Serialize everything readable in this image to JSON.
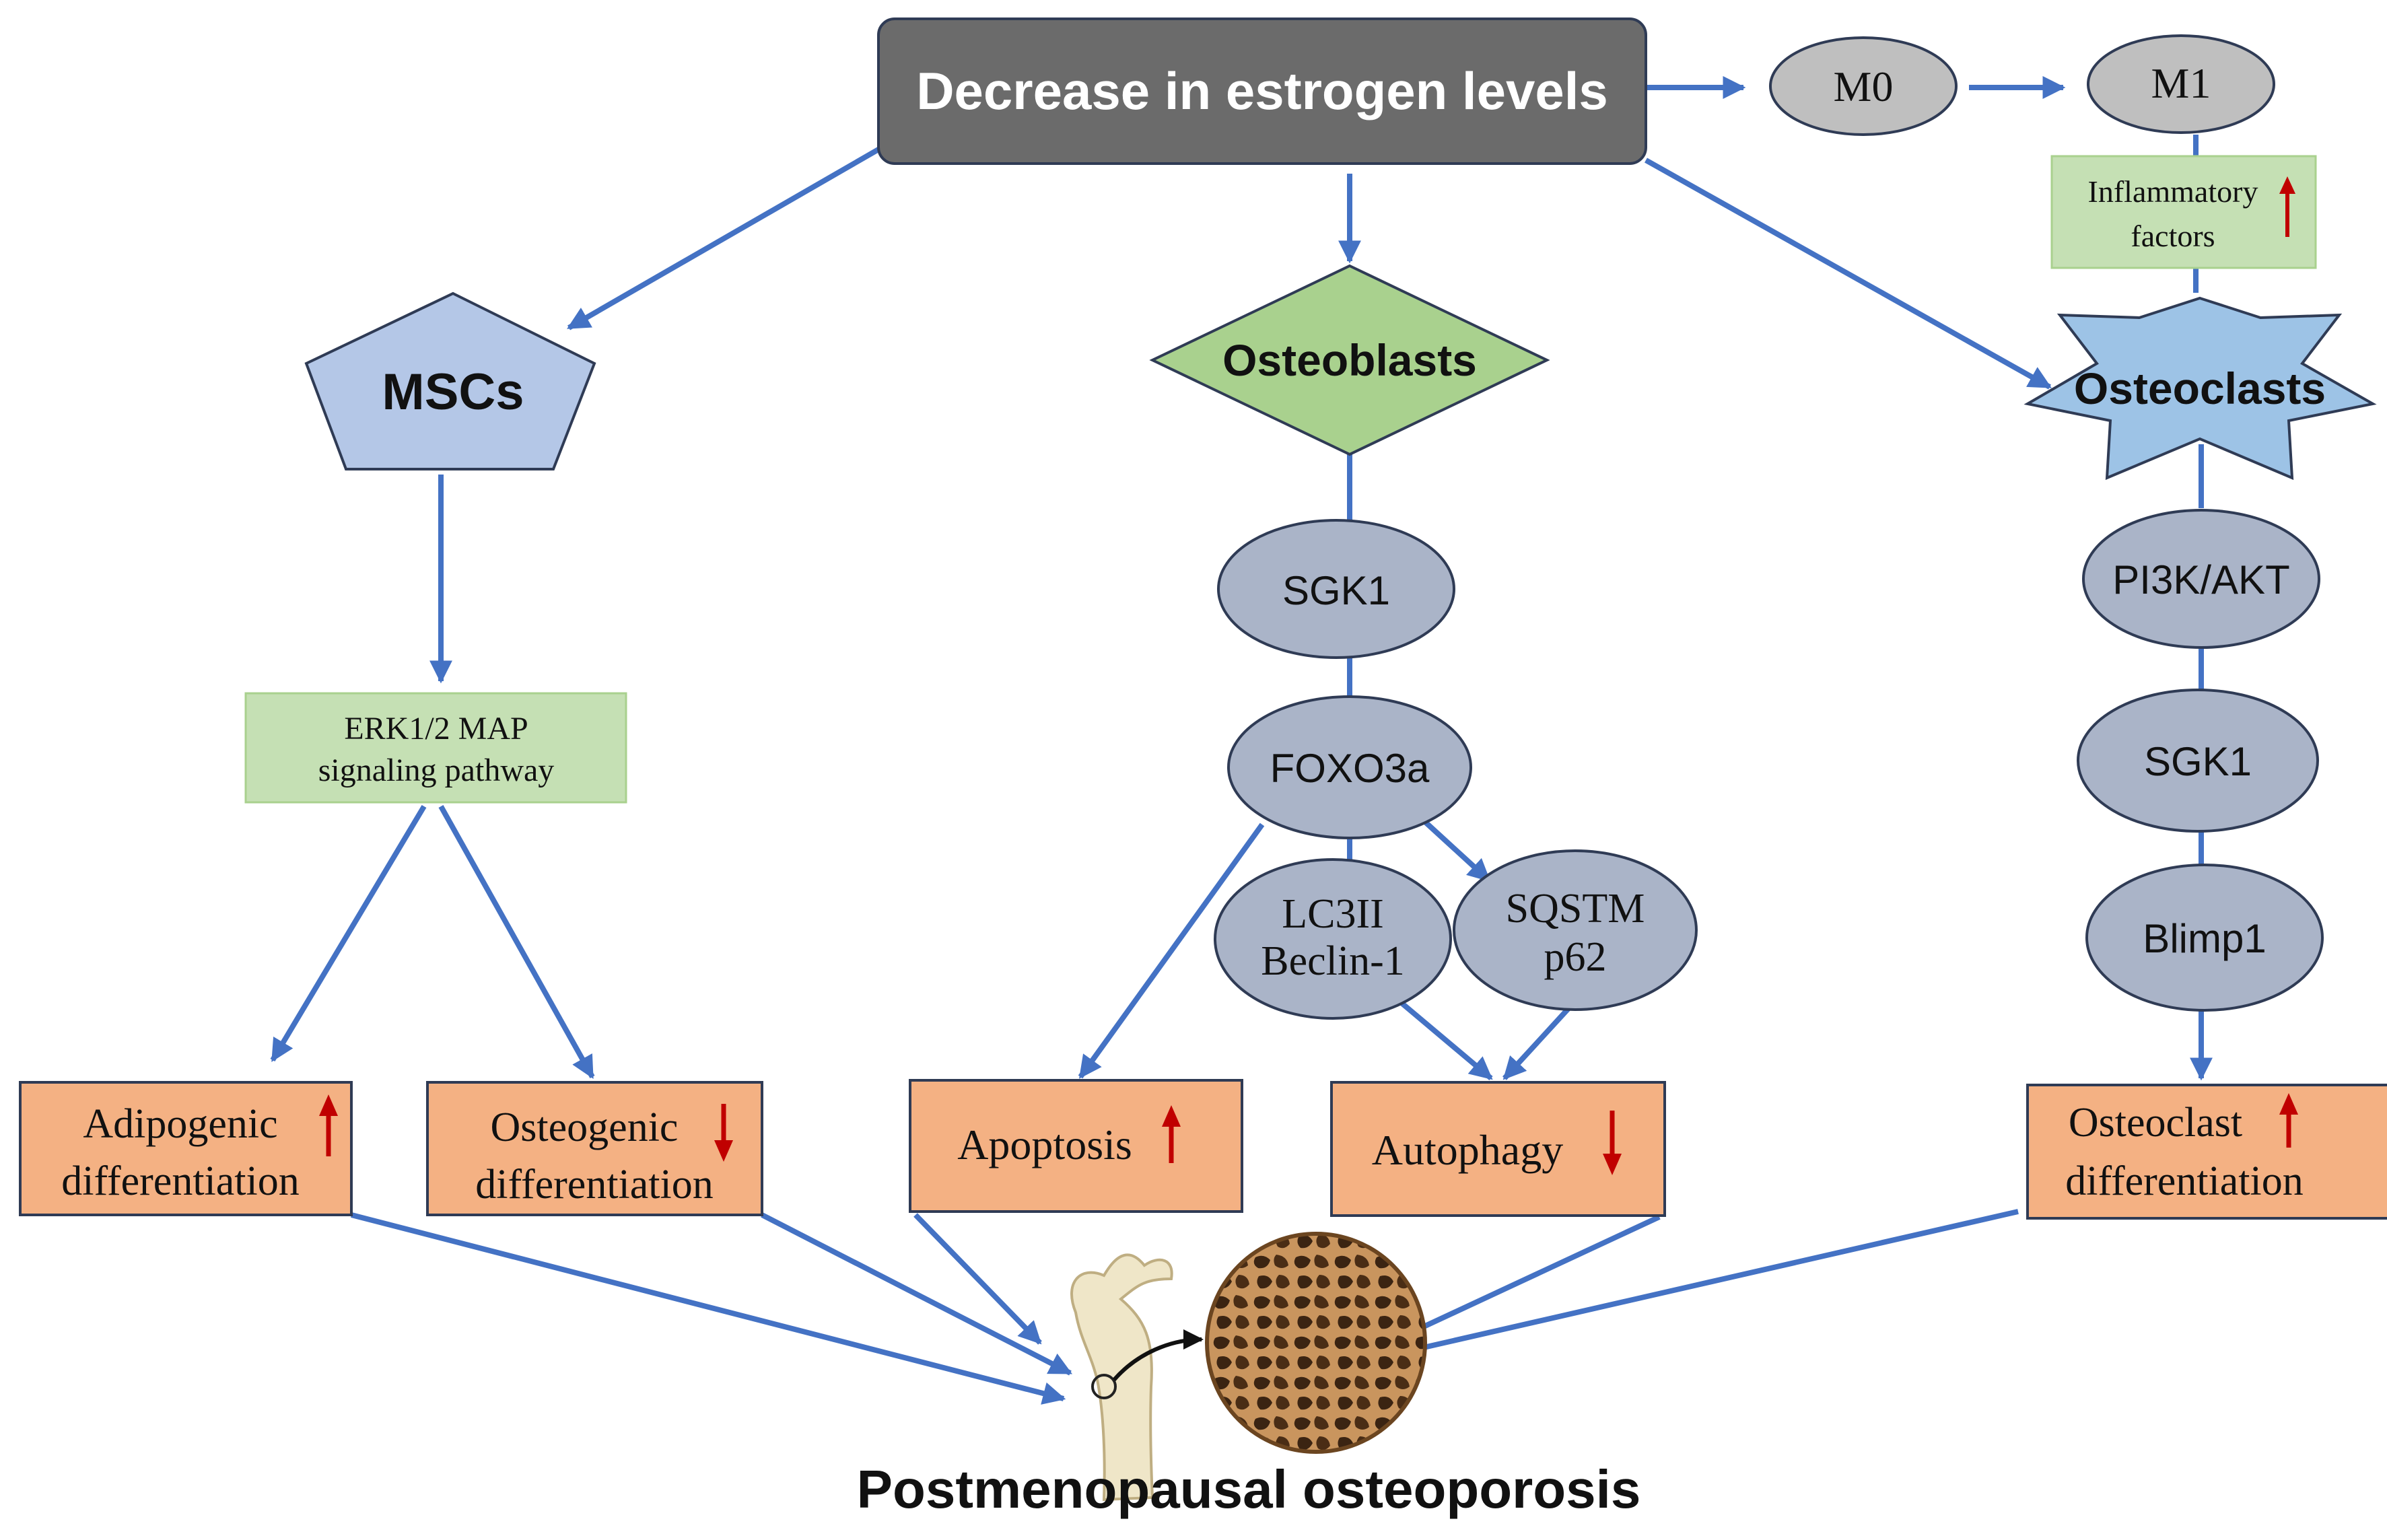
{
  "top": {
    "label": "Decrease in estrogen levels"
  },
  "macrophage": {
    "m0": "M0",
    "m1": "M1",
    "inflammatory_line1": "Inflammatory",
    "inflammatory_line2": "factors"
  },
  "mscs": {
    "label": "MSCs",
    "pathway_line1": "ERK1/2 MAP",
    "pathway_line2": "signaling pathway"
  },
  "osteoblasts": {
    "label": "Osteoblasts",
    "sgk1": "SGK1",
    "foxo3a": "FOXO3a",
    "lc3_line1": "LC3II",
    "lc3_line2": "Beclin-1",
    "sqstm_line1": "SQSTM",
    "sqstm_line2": "p62"
  },
  "osteoclasts": {
    "label": "Osteoclasts",
    "pi3k": "PI3K/AKT",
    "sgk1": "SGK1",
    "blimp1": "Blimp1"
  },
  "outcomes": {
    "adipogenic_line1": "Adipogenic",
    "adipogenic_line2": "differentiation",
    "osteogenic_line1": "Osteogenic",
    "osteogenic_line2": "differentiation",
    "apoptosis": "Apoptosis",
    "autophagy": "Autophagy",
    "osteoclast_line1": "Osteoclast",
    "osteoclast_line2": "differentiation"
  },
  "bottom": {
    "label": "Postmenopausal osteoporosis"
  },
  "colors": {
    "arrow": "#4472C4",
    "top_box": "#6b6b6b",
    "oval": "#aab4c8",
    "grey_oval": "#bfbfbf",
    "pentagon": "#b4c7e7",
    "diamond": "#a9d18e",
    "star": "#9dc3e6",
    "green_box": "#c5e0b4",
    "orange_box": "#f4b183",
    "red_arrow": "#c00000"
  }
}
